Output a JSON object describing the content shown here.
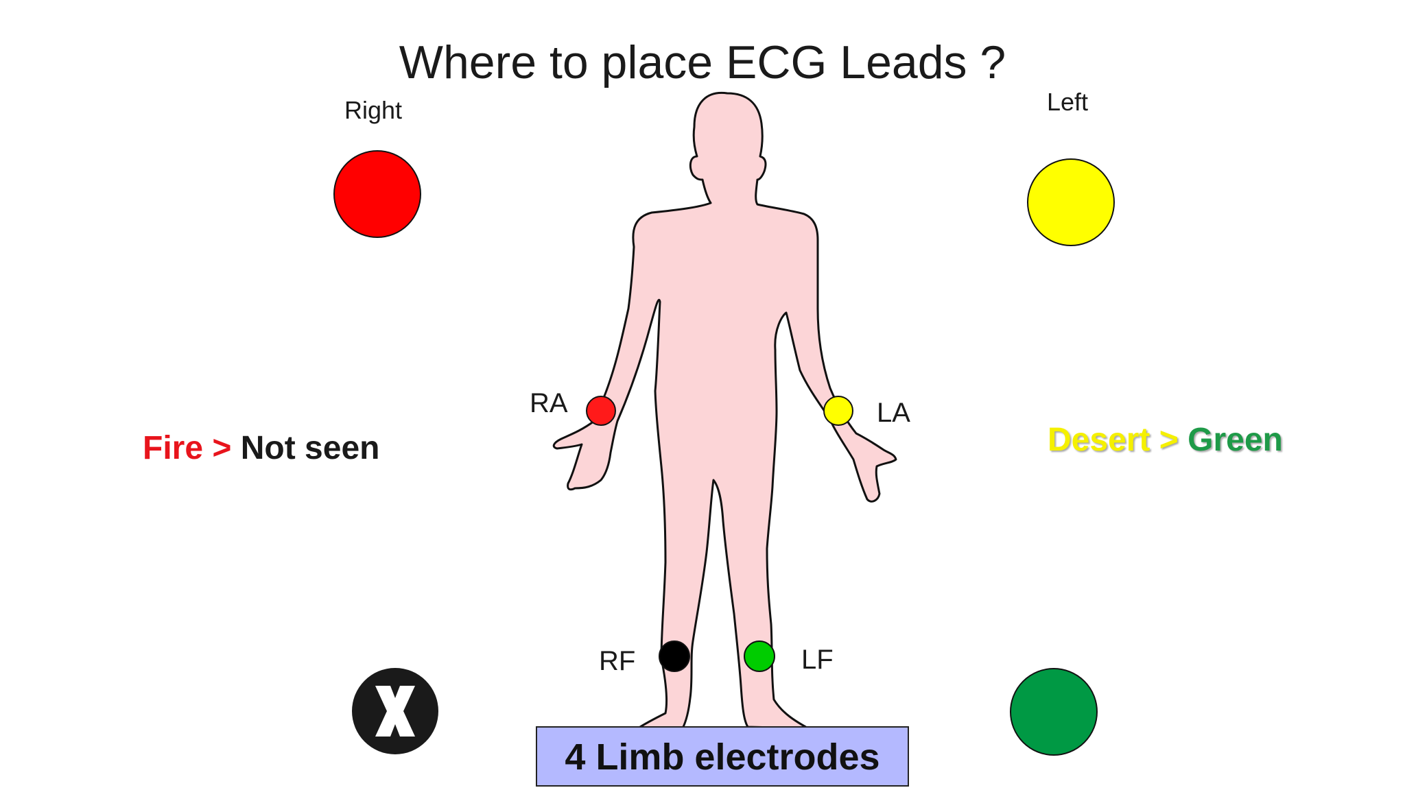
{
  "slide": {
    "title": "Where to place ECG Leads ?",
    "right_label": "Right",
    "left_label": "Left",
    "footer": "4 Limb electrodes"
  },
  "mnemonics": {
    "right": {
      "part1": "Fire",
      "sep": ">",
      "part2": "Not seen"
    },
    "left": {
      "part1": "Desert",
      "sep": ">",
      "part2": "Green"
    }
  },
  "leads": {
    "ra": {
      "label": "RA",
      "color": "#ff1a1a"
    },
    "la": {
      "label": "LA",
      "color": "#ffff00"
    },
    "rf": {
      "label": "RF",
      "color": "#000000"
    },
    "lf": {
      "label": "LF",
      "color": "#00cc00"
    }
  },
  "legend_circles": {
    "right_arm_color": "#ff0000",
    "left_arm_color": "#ffff00",
    "left_leg_color": "#009944",
    "right_leg_icon": "x-mark-icon"
  },
  "colors": {
    "body_fill": "#fcd5d7",
    "fire": "#e8141c",
    "desert": "#f5f000",
    "green": "#1e9a48",
    "footer_bg": "#b4b9ff"
  }
}
